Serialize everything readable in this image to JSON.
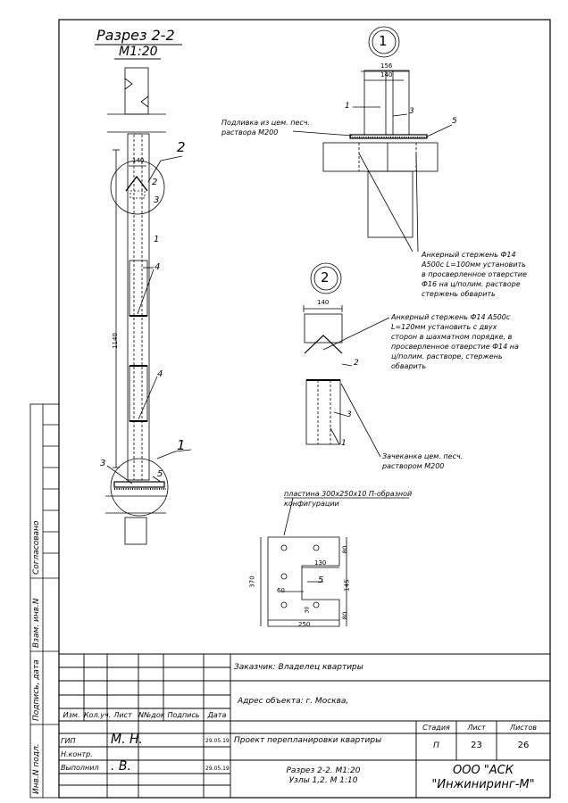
{
  "section": {
    "title": "Разрез 2-2",
    "scale": "М1:20"
  },
  "section_dims": {
    "width": "140",
    "height": "1140"
  },
  "callouts": {
    "node1": "1",
    "node2": "2",
    "c1": "1",
    "c2": "2",
    "c3": "3",
    "c4a": "4",
    "c4b": "4",
    "c5": "5",
    "c3b": "3"
  },
  "node1": {
    "number": "1",
    "dim_outer": "156",
    "dim_inner": "140",
    "pad_note": "Подливка из цем. песч. раствора М200",
    "anchor_note": "Анкерный стержень Ф14 А500с L=100мм установить в просверленное отверстие Ф16 на ц/полим. растворе стержень обварить",
    "c1": "1",
    "c3": "3",
    "c5": "5"
  },
  "node2": {
    "number": "2",
    "dim": "140",
    "anchor_note": "Анкерный стержень Ф14 А500с L=120мм установить с двух сторон в шахматном порядке, в просверленное отверстие Ф14 на ц/полим. растворе, стержень обварить",
    "grout_note": "Зачеканка цем. песч. раствором М200",
    "c1": "1",
    "c2": "2",
    "c3": "3"
  },
  "plate": {
    "note": "пластина 300х250х10 П-образной конфигурации",
    "dim_h": "370",
    "dim_w": "250",
    "dim_slot": "130",
    "dim_left": "60",
    "dim_top": "80",
    "dim_mid": "145",
    "dim_bot": "80",
    "dim_small": "30",
    "callout": "5"
  },
  "side_stamp": {
    "agreed": "Согласовано",
    "replaced": "Взам. инв.N",
    "signdate": "Подпись, дата",
    "invno": "Инв.N подл."
  },
  "title_block": {
    "customer": "Заказчик: Владелец квартиры",
    "address": "Адрес объекта: г. Москва,",
    "headers": [
      "Изм.",
      "Кол.уч.",
      "Лист",
      "N№док",
      "Подпись",
      "Дата"
    ],
    "roles": [
      "ГИП",
      "Н.контр.",
      "Выполнил"
    ],
    "gip_sign": "М. Н.",
    "gip_date": "29.05.19",
    "exec_sign": ". В.",
    "exec_date": "29.05.19",
    "project": "Проект перепланировки квартиры",
    "stage_h": "Стадия",
    "sheet_h": "Лист",
    "sheets_h": "Листов",
    "stage": "П",
    "sheet": "23",
    "sheets": "26",
    "drawing_title": "Разрез 2-2. М1:20\nУзлы 1,2. М 1:10",
    "company": "ООО \"АСК\n\"Инжиниринг-М\""
  }
}
